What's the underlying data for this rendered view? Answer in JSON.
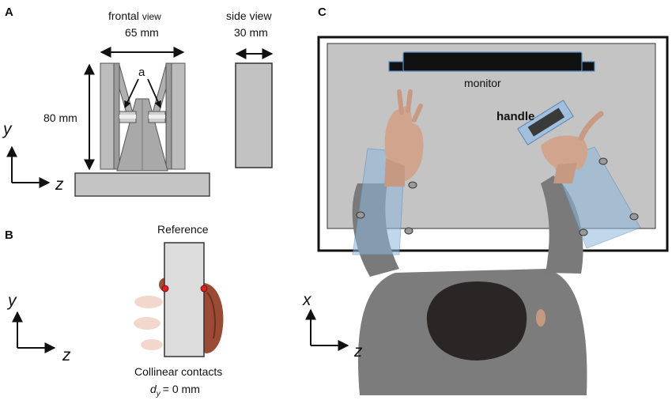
{
  "panels": {
    "a": "A",
    "b": "B",
    "c": "C"
  },
  "panel_a": {
    "frontal_view_main": "frontal",
    "frontal_view_word": "view",
    "frontal_width": "65 mm",
    "side_view": "side view",
    "side_width": "30 mm",
    "height": "80 mm",
    "contact_label": "a",
    "axis_y": "y",
    "axis_z": "z"
  },
  "panel_b": {
    "reference": "Reference",
    "caption": "Collinear contacts",
    "dy_symbol": "d",
    "dy_subscript": "y",
    "dy_value": "=  0 mm",
    "axis_y": "y",
    "axis_z": "z"
  },
  "panel_c": {
    "monitor": "monitor",
    "handle": "handle",
    "axis_x": "x",
    "axis_z": "z"
  },
  "colors": {
    "device_gray": "#b9b9b9",
    "table_gray": "#c4c4c4",
    "sensor_blue": "#8fb7dc",
    "contact_red": "#e02020",
    "shirt_gray": "#7c7c7c"
  }
}
